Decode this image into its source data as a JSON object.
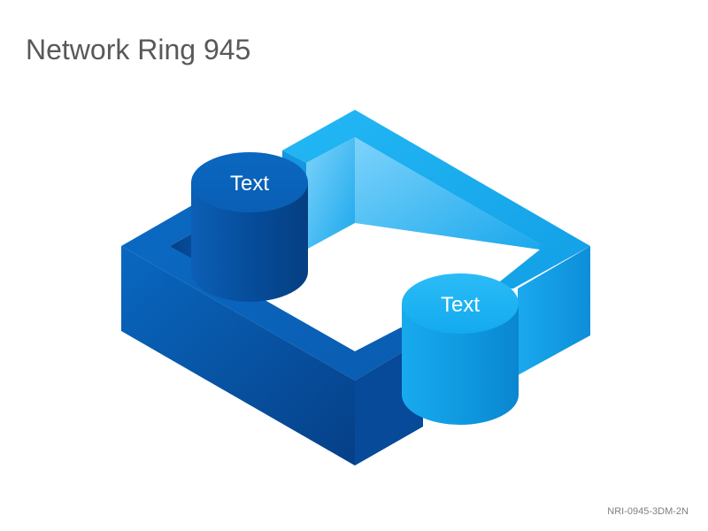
{
  "page": {
    "title": "Network Ring 945",
    "footer_code": "NRI-0945-3DM-2N"
  },
  "diagram": {
    "nodes": [
      {
        "label": "Text",
        "color": "#0a5fb4"
      },
      {
        "label": "Text",
        "color": "#11a7ea"
      }
    ],
    "colors": {
      "dark_blue": "#0a5fb4",
      "light_blue": "#11a7ea"
    }
  }
}
